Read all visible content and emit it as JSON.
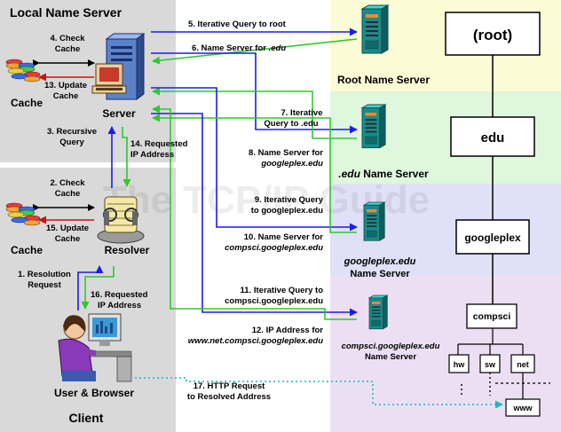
{
  "regions": {
    "local_name_server": "Local Name Server",
    "client": "Client",
    "watermark": "The TCP/IP Guide"
  },
  "nodes": {
    "lns_cache": "Cache",
    "lns_server": "Server",
    "resolver_cache": "Cache",
    "resolver": "Resolver",
    "user": "User & Browser",
    "root_ns": "Root Name Server",
    "edu_ns_italic": ".edu",
    "edu_ns_rest": " Name Server",
    "googleplex_ns_1": "googleplex.edu",
    "googleplex_ns_2": "Name Server",
    "compsci_ns_1": "compsci.googleplex.edu",
    "compsci_ns_2": "Name Server"
  },
  "tree": {
    "root": "(root)",
    "edu": "edu",
    "googleplex": "googleplex",
    "compsci": "compsci",
    "hw": "hw",
    "sw": "sw",
    "net": "net",
    "www": "www"
  },
  "steps": {
    "s1_1": "1. Resolution",
    "s1_2": "Request",
    "s2_1": "2. Check",
    "s2_2": "Cache",
    "s3_1": "3. Recursive",
    "s3_2": "Query",
    "s4_1": "4. Check",
    "s4_2": "Cache",
    "s5": "5. Iterative Query to root",
    "s6_a": "6. Name Server for ",
    "s6_b": ".edu",
    "s7_1": "7. Iterative",
    "s7_2": "Query to .edu",
    "s8_1": "8. Name Server for",
    "s8_2": "googleplex.edu",
    "s9_1": "9. Iterative Query",
    "s9_2": "to googleplex.edu",
    "s10_1": "10. Name Server for",
    "s10_2": "compsci.googleplex.edu",
    "s11_1": "11. Iterative Query to",
    "s11_2": "compsci.googleplex.edu",
    "s12_1": "12. IP Address for",
    "s12_2": "www.net.compsci.googleplex.edu",
    "s13_1": "13. Update",
    "s13_2": "Cache",
    "s14_1": "14. Requested",
    "s14_2": "IP Address",
    "s15_1": "15. Update",
    "s15_2": "Cache",
    "s16_1": "16. Requested",
    "s16_2": "IP Address",
    "s17_1": "17. HTTP Request",
    "s17_2": "to Resolved Address"
  },
  "colors": {
    "query_arrow": "#1c1cf0",
    "response_arrow": "#2fc82f",
    "cache_write_arrow": "#c81414",
    "http_arrow": "#1abcbc",
    "region_gray": "#d9d9d9",
    "band_root": "#fbfbd6",
    "band_edu": "#dff7dc",
    "band_googleplex": "#e0e0f8",
    "band_compsci": "#ecdff4"
  },
  "icons": [
    "cache-icon",
    "server-icon",
    "resolver-icon",
    "user-icon",
    "dns-server-icon"
  ]
}
